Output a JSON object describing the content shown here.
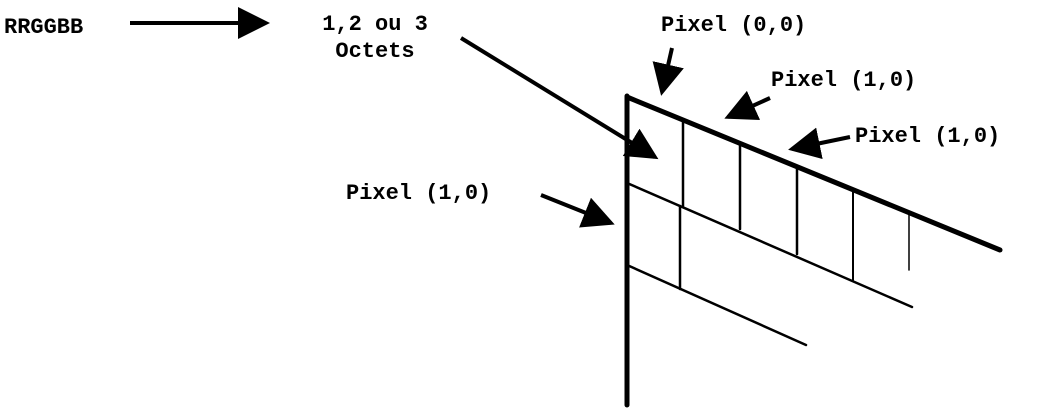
{
  "labels": {
    "format": "RRGGBB",
    "bytes_line1": "1,2 ou 3",
    "bytes_line2": "Octets",
    "pixel_top": "Pixel (0,0)",
    "pixel_second": "Pixel (1,0)",
    "pixel_third": "Pixel (1,0)",
    "pixel_left": "Pixel (1,0)"
  },
  "colors": {
    "ink": "#000000",
    "background": "#ffffff"
  }
}
